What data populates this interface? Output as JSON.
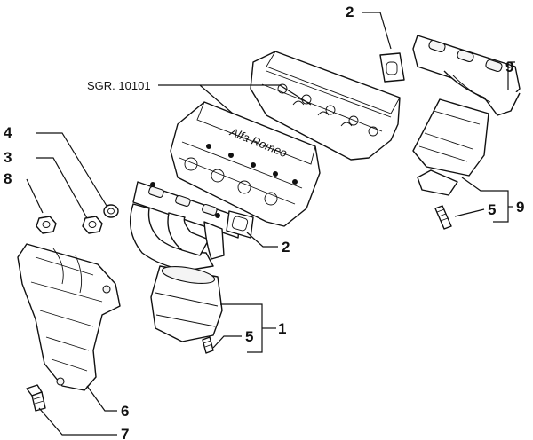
{
  "diagram": {
    "reference_label": "SGR. 10101",
    "callouts": {
      "c2_top": "2",
      "c2_mid": "2",
      "c4": "4",
      "c3": "3",
      "c8": "8",
      "c5_left": "5",
      "c1": "1",
      "c5_right": "5",
      "c9": "9",
      "c6": "6",
      "c7": "7"
    },
    "parts": [
      "cylinder-head-cover",
      "cylinder-head",
      "exhaust-manifold-left",
      "catalytic-converter-left",
      "exhaust-manifold-right",
      "catalytic-converter-right",
      "gasket-top",
      "gasket-mid",
      "nut",
      "washer",
      "heat-shield",
      "bolt",
      "oxygen-sensor-left",
      "oxygen-sensor-right"
    ]
  }
}
